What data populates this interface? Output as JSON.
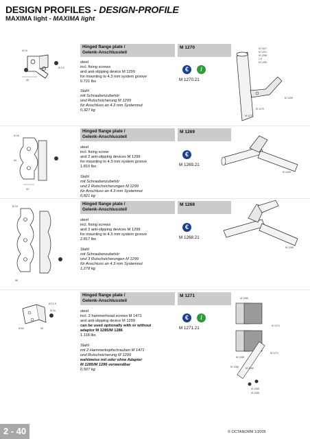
{
  "page": {
    "title": "DESIGN PROFILES",
    "title_sep": " - ",
    "title_de": "DESIGN-PROFILE",
    "subtitle": "MAXIMA light",
    "subtitle_sep": " - ",
    "subtitle_de": "MAXIMA light",
    "page_number": "2 - 40",
    "copyright": "© OCTANORM 1/2005"
  },
  "products": [
    {
      "header": [
        "Hinged flange plate /",
        "Gelenk-Anschlussteil"
      ],
      "code": "M 1270",
      "en": [
        "steel",
        "incl. fixing screws",
        "and anti-slipping device M 1299",
        "for mounting to 4.3 mm system groove",
        "0.721 lbs"
      ],
      "de": [
        "Stahl",
        "mit Schraubenzubehör",
        "und Rutschsicherung M 1299",
        "für Anschluss an 4.3 mm Systemnut",
        "0,327 kg"
      ],
      "ref": "M 1270.21",
      "drawing_labels": [
        "M 1027",
        "M 1201",
        "M 1268",
        "1.5",
        "M 1269",
        "M 1299",
        "M 1270",
        "M 1270",
        "55",
        "Ø 16",
        "Ø 9.5"
      ]
    },
    {
      "header": [
        "Hinged flange plate /",
        "Gelenk-Anschlussteil"
      ],
      "code": "M 1269",
      "en": [
        "steel",
        "incl. fixing screw",
        "and 2 anti-slipping devices M 1299",
        "for mounting to 4.3 mm system groove",
        "1.810 lbs"
      ],
      "de": [
        "Stahl",
        "mit Schraubenzubehör",
        "und 2 Rutschsicherungen M 1299",
        "für Anschluss an 4.3 mm Systemnut",
        "0,821 kg"
      ],
      "ref": "M 1269.21",
      "drawing_labels": [
        "M 1269",
        "Ø 16",
        "64",
        "53"
      ]
    },
    {
      "header": [
        "Hinged flange plate /",
        "Gelenk-Anschlussteil"
      ],
      "code": "M 1268",
      "en": [
        "steel",
        "incl. fixing screws",
        "and 3 anti-slipping devices M 1299",
        "for mounting to 4.3 mm system groove",
        "2.817 lbs"
      ],
      "de": [
        "Stahl",
        "mit Schraubenzubehör",
        "und 3 Rutschsicherungen M 1299",
        "für Anschluss an 4.3 mm Systemnut",
        "1,278 kg"
      ],
      "ref": "M 1268.21",
      "drawing_labels": [
        "M 1268",
        "Ø 16",
        "86"
      ]
    },
    {
      "header": [
        "Hinged flange plate /",
        "Gelenk-Anschlussteil"
      ],
      "code": "M 1271",
      "en": [
        "steel",
        "incl. 2 hammerhead screws M 1471",
        "and anti-slipping device M 1299"
      ],
      "en_bold": [
        "can be used optionally with or without",
        "adaptor M 1285/M 1286"
      ],
      "en_weight": "1.118 lbs",
      "de": [
        "Stahl",
        "mit 2 Hammerkopfschrauben M 1471",
        "und Rutschsicherung M 1299"
      ],
      "de_bold": [
        "wahlweise mit oder ohne Adapter",
        "M 1285/M 1286 verwendbar"
      ],
      "de_weight": "0,507 kg",
      "ref": "M 1271.21",
      "drawing_labels": [
        "M 1285",
        "M 1286",
        "M 1271",
        "M 1271",
        "M 1286",
        "M 1285",
        "M 1285",
        "M 1286",
        "Ø 12.5",
        "Ø 16",
        "Ø 60",
        "55"
      ]
    }
  ]
}
